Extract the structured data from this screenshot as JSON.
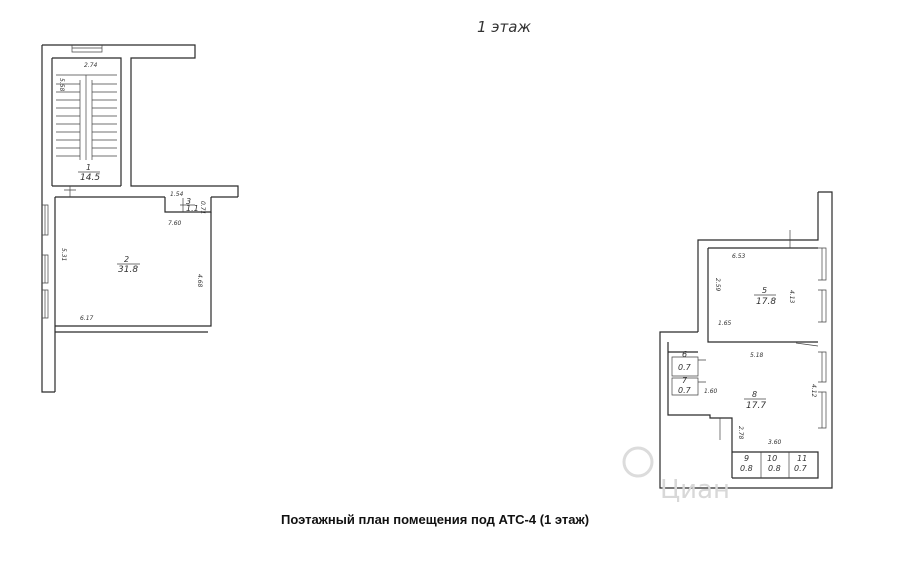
{
  "plan": {
    "floor_title": "1 этаж",
    "caption": "Поэтажный план помещения под АТС-4 (1 этаж)",
    "watermark": "Циан",
    "rooms": {
      "r1": {
        "num": "1",
        "area": "14.5"
      },
      "r2": {
        "num": "2",
        "area": "31.8"
      },
      "r3": {
        "num": "3",
        "area": "1.1"
      },
      "r5": {
        "num": "5",
        "area": "17.8"
      },
      "r6": {
        "num": "6",
        "area": "0.7"
      },
      "r7": {
        "num": "7",
        "area": "0.7"
      },
      "r8": {
        "num": "8",
        "area": "17.7"
      },
      "r9": {
        "num": "9",
        "area": "0.8"
      },
      "r10": {
        "num": "10",
        "area": "0.8"
      },
      "r11": {
        "num": "11",
        "area": "0.7"
      }
    },
    "dims": {
      "d274": "2.74",
      "d558": "5.58",
      "d531": "5.31",
      "d617": "6.17",
      "d468": "4.68",
      "d760": "7.60",
      "d154": "1.54",
      "d071": "0.71",
      "d653": "6.53",
      "d259": "2.59",
      "d413": "4.13",
      "d165": "1.65",
      "d518": "5.18",
      "d160": "1.60",
      "d412": "4.12",
      "d278": "2.78",
      "d360": "3.60"
    }
  }
}
